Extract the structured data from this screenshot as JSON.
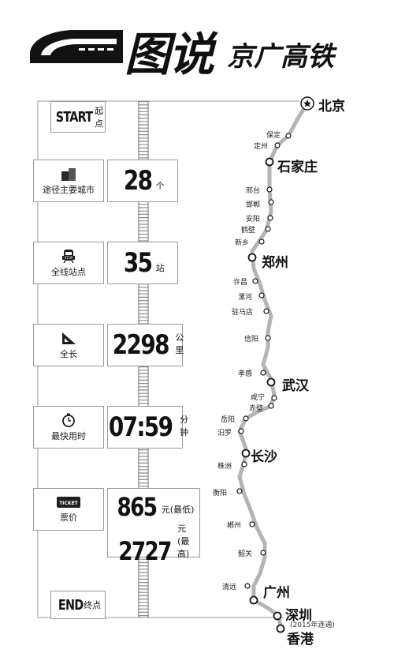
{
  "header": {
    "title": "图说",
    "subtitle": "京广高铁"
  },
  "start": {
    "label": "START",
    "sub": "起点"
  },
  "end": {
    "label": "END",
    "sub": "终点"
  },
  "stats": [
    {
      "icon": "city-buildings-icon",
      "label": "途径主要城市",
      "value": "28",
      "unit": "个"
    },
    {
      "icon": "train-stop-icon",
      "label": "全线站点",
      "value": "35",
      "unit": "站"
    },
    {
      "icon": "ruler-triangle-icon",
      "label": "全长",
      "value": "2298",
      "unit": "公里"
    },
    {
      "icon": "stopwatch-icon",
      "label": "最快用时",
      "value": "07:59",
      "unit": "分钟"
    }
  ],
  "ticket": {
    "icon_text": "TICKET",
    "label": "票价",
    "min_value": "865",
    "min_unit": "元(最低)",
    "max_value": "2727",
    "max_unit": "元(最高)"
  },
  "stations": {
    "beijing": "北京",
    "baoding": "保定",
    "dingzhou": "定州",
    "shijiazhuang": "石家庄",
    "xingtai": "邢台",
    "handan": "邯郸",
    "anyang": "安阳",
    "hebi": "鹤壁",
    "xinxiang": "新乡",
    "zhengzhou": "郑州",
    "xuchang": "许昌",
    "luohe": "漯河",
    "zhumadian": "驻马店",
    "xinyang": "信阳",
    "xiaogan": "孝感",
    "wuhan": "武汉",
    "xianning": "咸宁",
    "chibi": "赤壁",
    "yueyang": "岳阳",
    "miluo": "汨罗",
    "changsha": "长沙",
    "zhuzhou": "株洲",
    "hengyang": "衡阳",
    "chenzhou": "郴州",
    "shaoguan": "韶关",
    "qingyuan": "清远",
    "guangzhou": "广州",
    "shenzhen": "深圳",
    "shenzhen_note": "(2015年连通)",
    "hongkong": "香港"
  },
  "colors": {
    "route": "#b4b4b4",
    "ink": "#141414",
    "box_border": "#9a9a9a"
  }
}
